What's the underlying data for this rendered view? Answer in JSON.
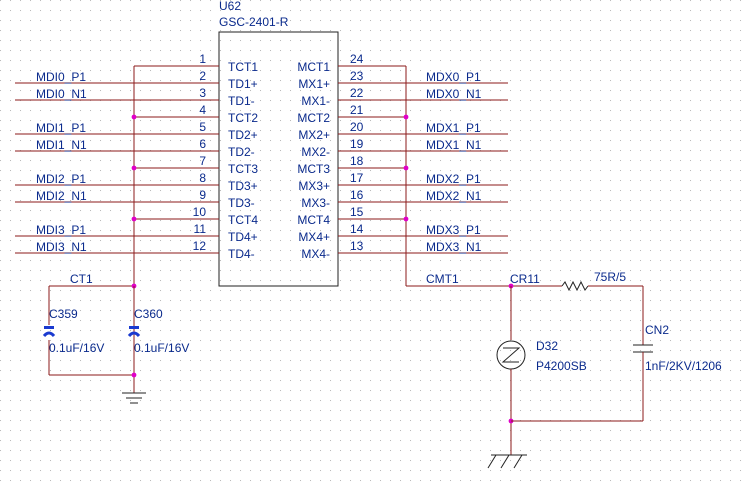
{
  "chip": {
    "ref": "U62",
    "part": "GSC-2401-R",
    "left_pins": [
      {
        "num": "1",
        "name": "TCT1"
      },
      {
        "num": "2",
        "name": "TD1+"
      },
      {
        "num": "3",
        "name": "TD1-"
      },
      {
        "num": "4",
        "name": "TCT2"
      },
      {
        "num": "5",
        "name": "TD2+"
      },
      {
        "num": "6",
        "name": "TD2-"
      },
      {
        "num": "7",
        "name": "TCT3"
      },
      {
        "num": "8",
        "name": "TD3+"
      },
      {
        "num": "9",
        "name": "TD3-"
      },
      {
        "num": "10",
        "name": "TCT4"
      },
      {
        "num": "11",
        "name": "TD4+"
      },
      {
        "num": "12",
        "name": "TD4-"
      }
    ],
    "right_pins": [
      {
        "num": "24",
        "name": "MCT1"
      },
      {
        "num": "23",
        "name": "MX1+"
      },
      {
        "num": "22",
        "name": "MX1-"
      },
      {
        "num": "21",
        "name": "MCT2"
      },
      {
        "num": "20",
        "name": "MX2+"
      },
      {
        "num": "19",
        "name": "MX2-"
      },
      {
        "num": "18",
        "name": "MCT3"
      },
      {
        "num": "17",
        "name": "MX3+"
      },
      {
        "num": "16",
        "name": "MX3-"
      },
      {
        "num": "15",
        "name": "MCT4"
      },
      {
        "num": "14",
        "name": "MX4+"
      },
      {
        "num": "13",
        "name": "MX4-"
      }
    ]
  },
  "nets_left": [
    "MDI0_P1",
    "MDI0_N1",
    "MDI1_P1",
    "MDI1_N1",
    "MDI2_P1",
    "MDI2_N1",
    "MDI3_P1",
    "MDI3_N1"
  ],
  "nets_right": [
    "MDX0_P1",
    "MDX0_N1",
    "MDX1_P1",
    "MDX1_N1",
    "MDX2_P1",
    "MDX2_N1",
    "MDX3_P1",
    "MDX3_N1"
  ],
  "net_ct1": "CT1",
  "net_cmt1": "CMT1",
  "c359": {
    "ref": "C359",
    "value": "0.1uF/16V"
  },
  "c360": {
    "ref": "C360",
    "value": "0.1uF/16V"
  },
  "cr11": {
    "ref": "CR11",
    "value": "75R/5"
  },
  "d32": {
    "ref": "D32",
    "value": "P4200SB"
  },
  "cn2": {
    "ref": "CN2",
    "value": "1nF/2KV/1206"
  },
  "colors": {
    "wire": "#8b1a1a",
    "text": "#0a2a8c",
    "junction": "#e000c8",
    "outline": "#222222",
    "cap_plate": "#1a3ad0"
  }
}
